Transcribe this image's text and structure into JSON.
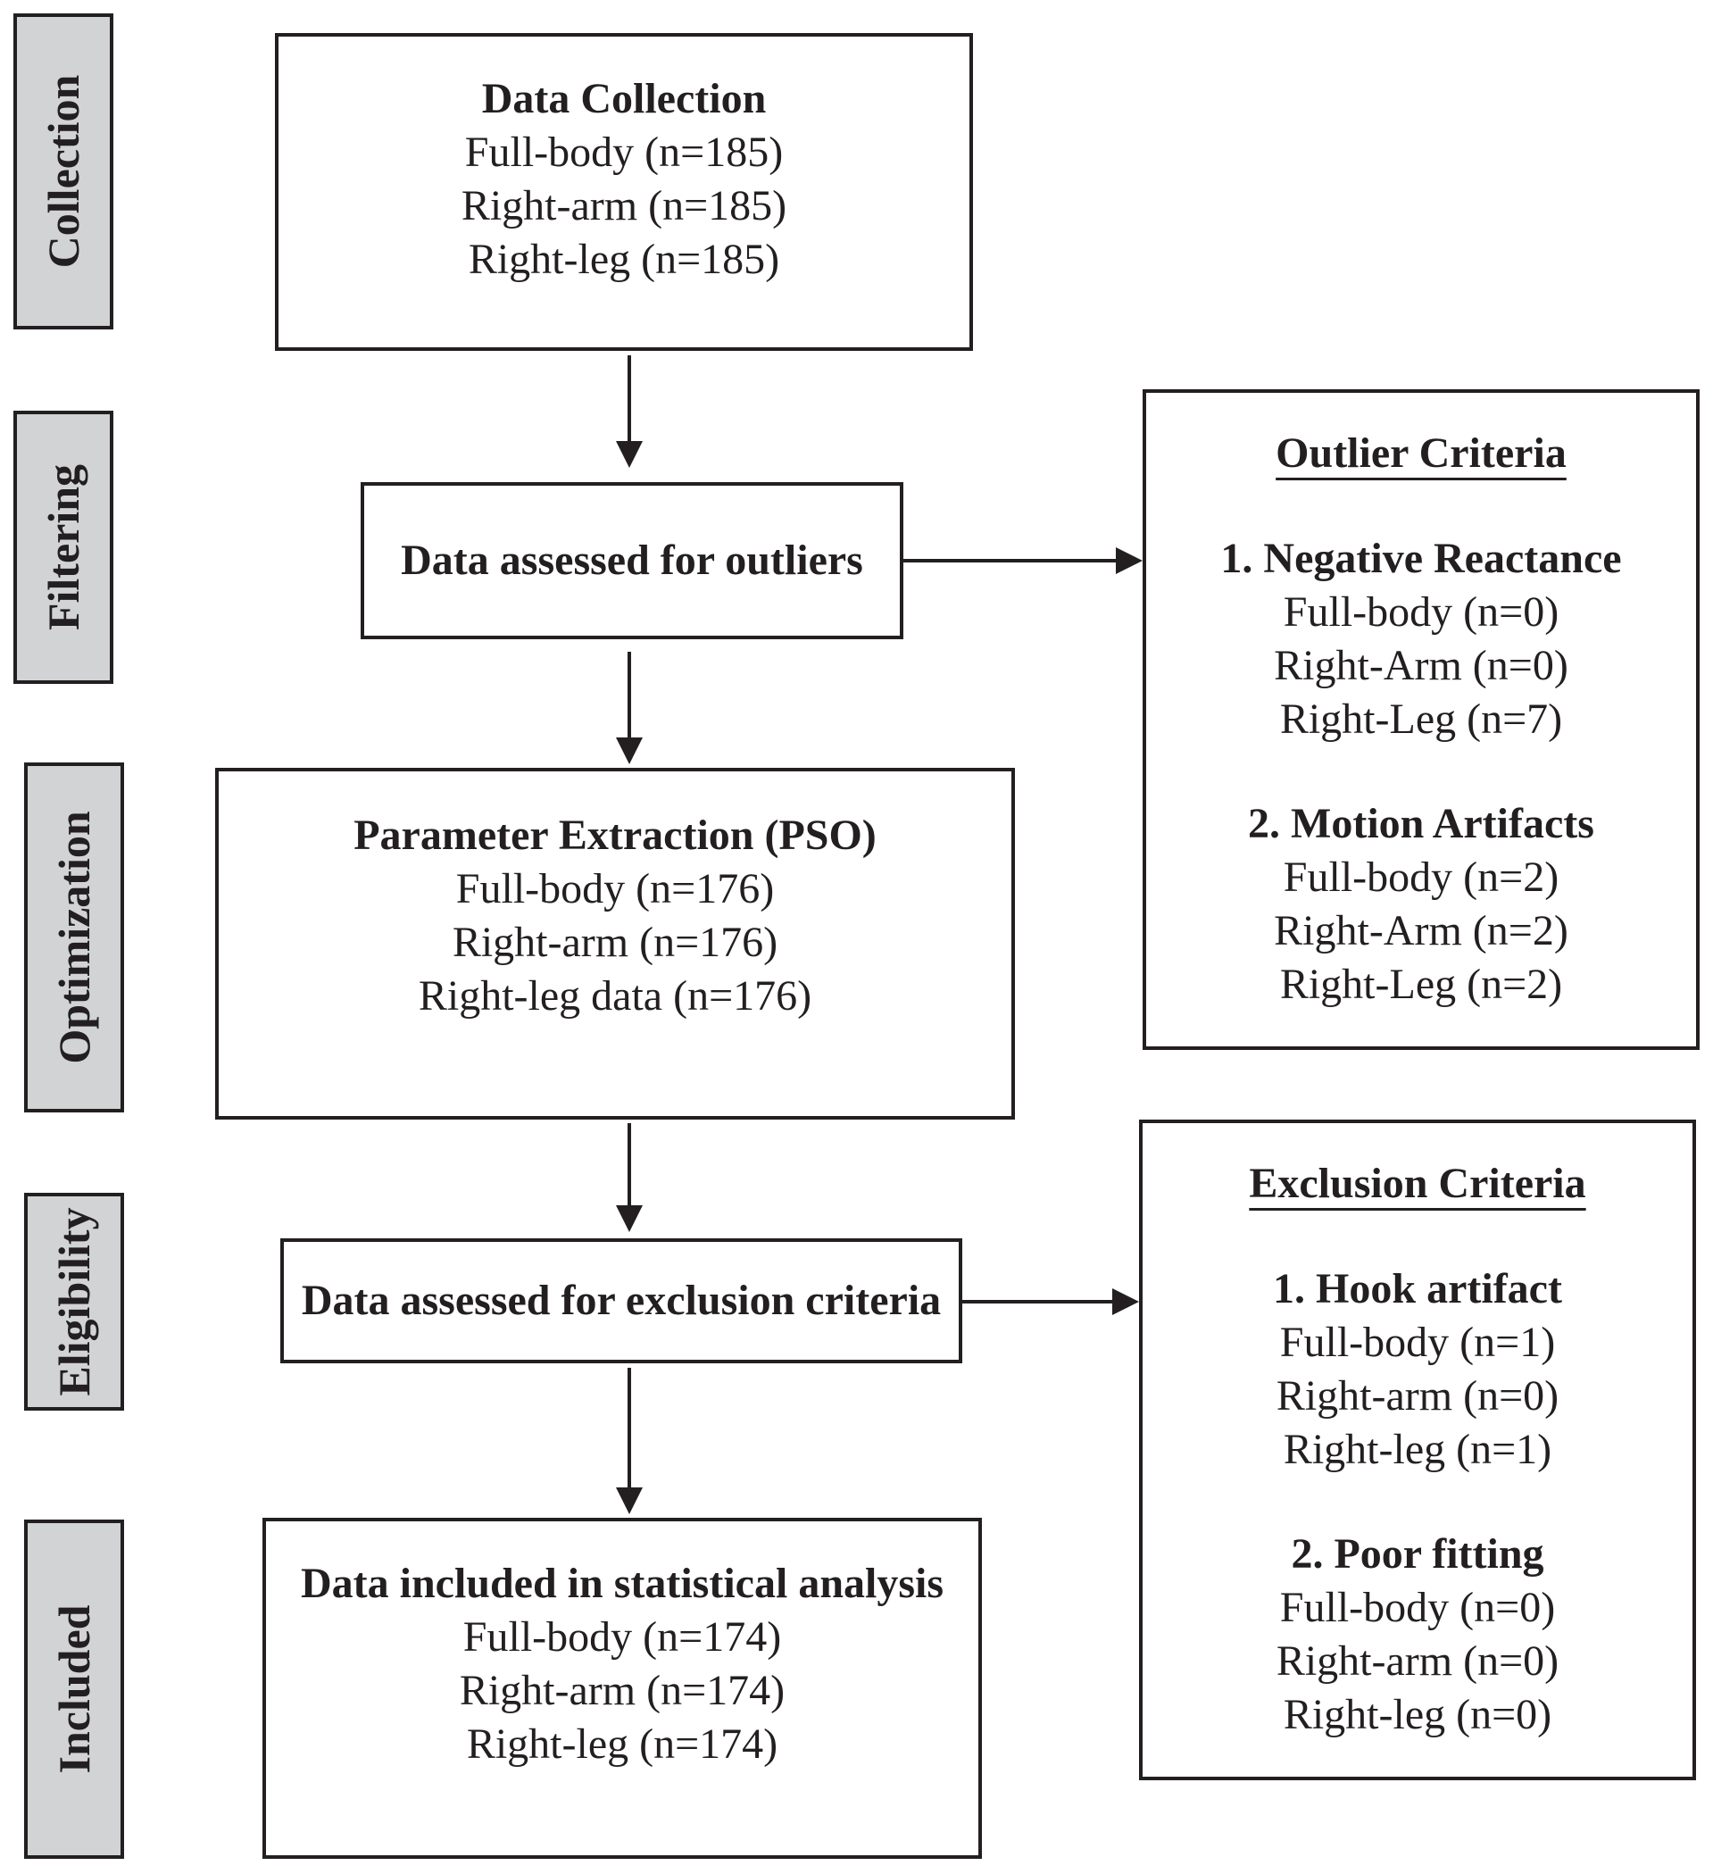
{
  "stages": {
    "collection": "Collection",
    "filtering": "Filtering",
    "optimization": "Optimization",
    "eligibility": "Eligibility",
    "included": "Included"
  },
  "collection_box": {
    "title": "Data Collection",
    "lines": [
      "Full-body (n=185)",
      "Right-arm (n=185)",
      "Right-leg (n=185)"
    ]
  },
  "outlier_box": {
    "title": "Data assessed for outliers"
  },
  "pso_box": {
    "title": "Parameter Extraction (PSO)",
    "lines": [
      "Full-body (n=176)",
      "Right-arm (n=176)",
      "Right-leg data (n=176)"
    ]
  },
  "exclusion_box": {
    "title": "Data assessed for exclusion criteria"
  },
  "included_box": {
    "title": "Data included in statistical analysis",
    "lines": [
      "Full-body (n=174)",
      "Right-arm (n=174)",
      "Right-leg (n=174)"
    ]
  },
  "outlier_criteria": {
    "title": "Outlier Criteria",
    "groups": [
      {
        "heading": "1. Negative Reactance",
        "lines": [
          "Full-body (n=0)",
          "Right-Arm (n=0)",
          "Right-Leg (n=7)"
        ]
      },
      {
        "heading": "2. Motion Artifacts",
        "lines": [
          "Full-body (n=2)",
          "Right-Arm (n=2)",
          "Right-Leg (n=2)"
        ]
      }
    ]
  },
  "exclusion_criteria": {
    "title": "Exclusion Criteria",
    "groups": [
      {
        "heading": "1. Hook artifact",
        "lines": [
          "Full-body (n=1)",
          "Right-arm (n=0)",
          "Right-leg (n=1)"
        ]
      },
      {
        "heading": "2. Poor fitting",
        "lines": [
          "Full-body (n=0)",
          "Right-arm (n=0)",
          "Right-leg (n=0)"
        ]
      }
    ]
  }
}
